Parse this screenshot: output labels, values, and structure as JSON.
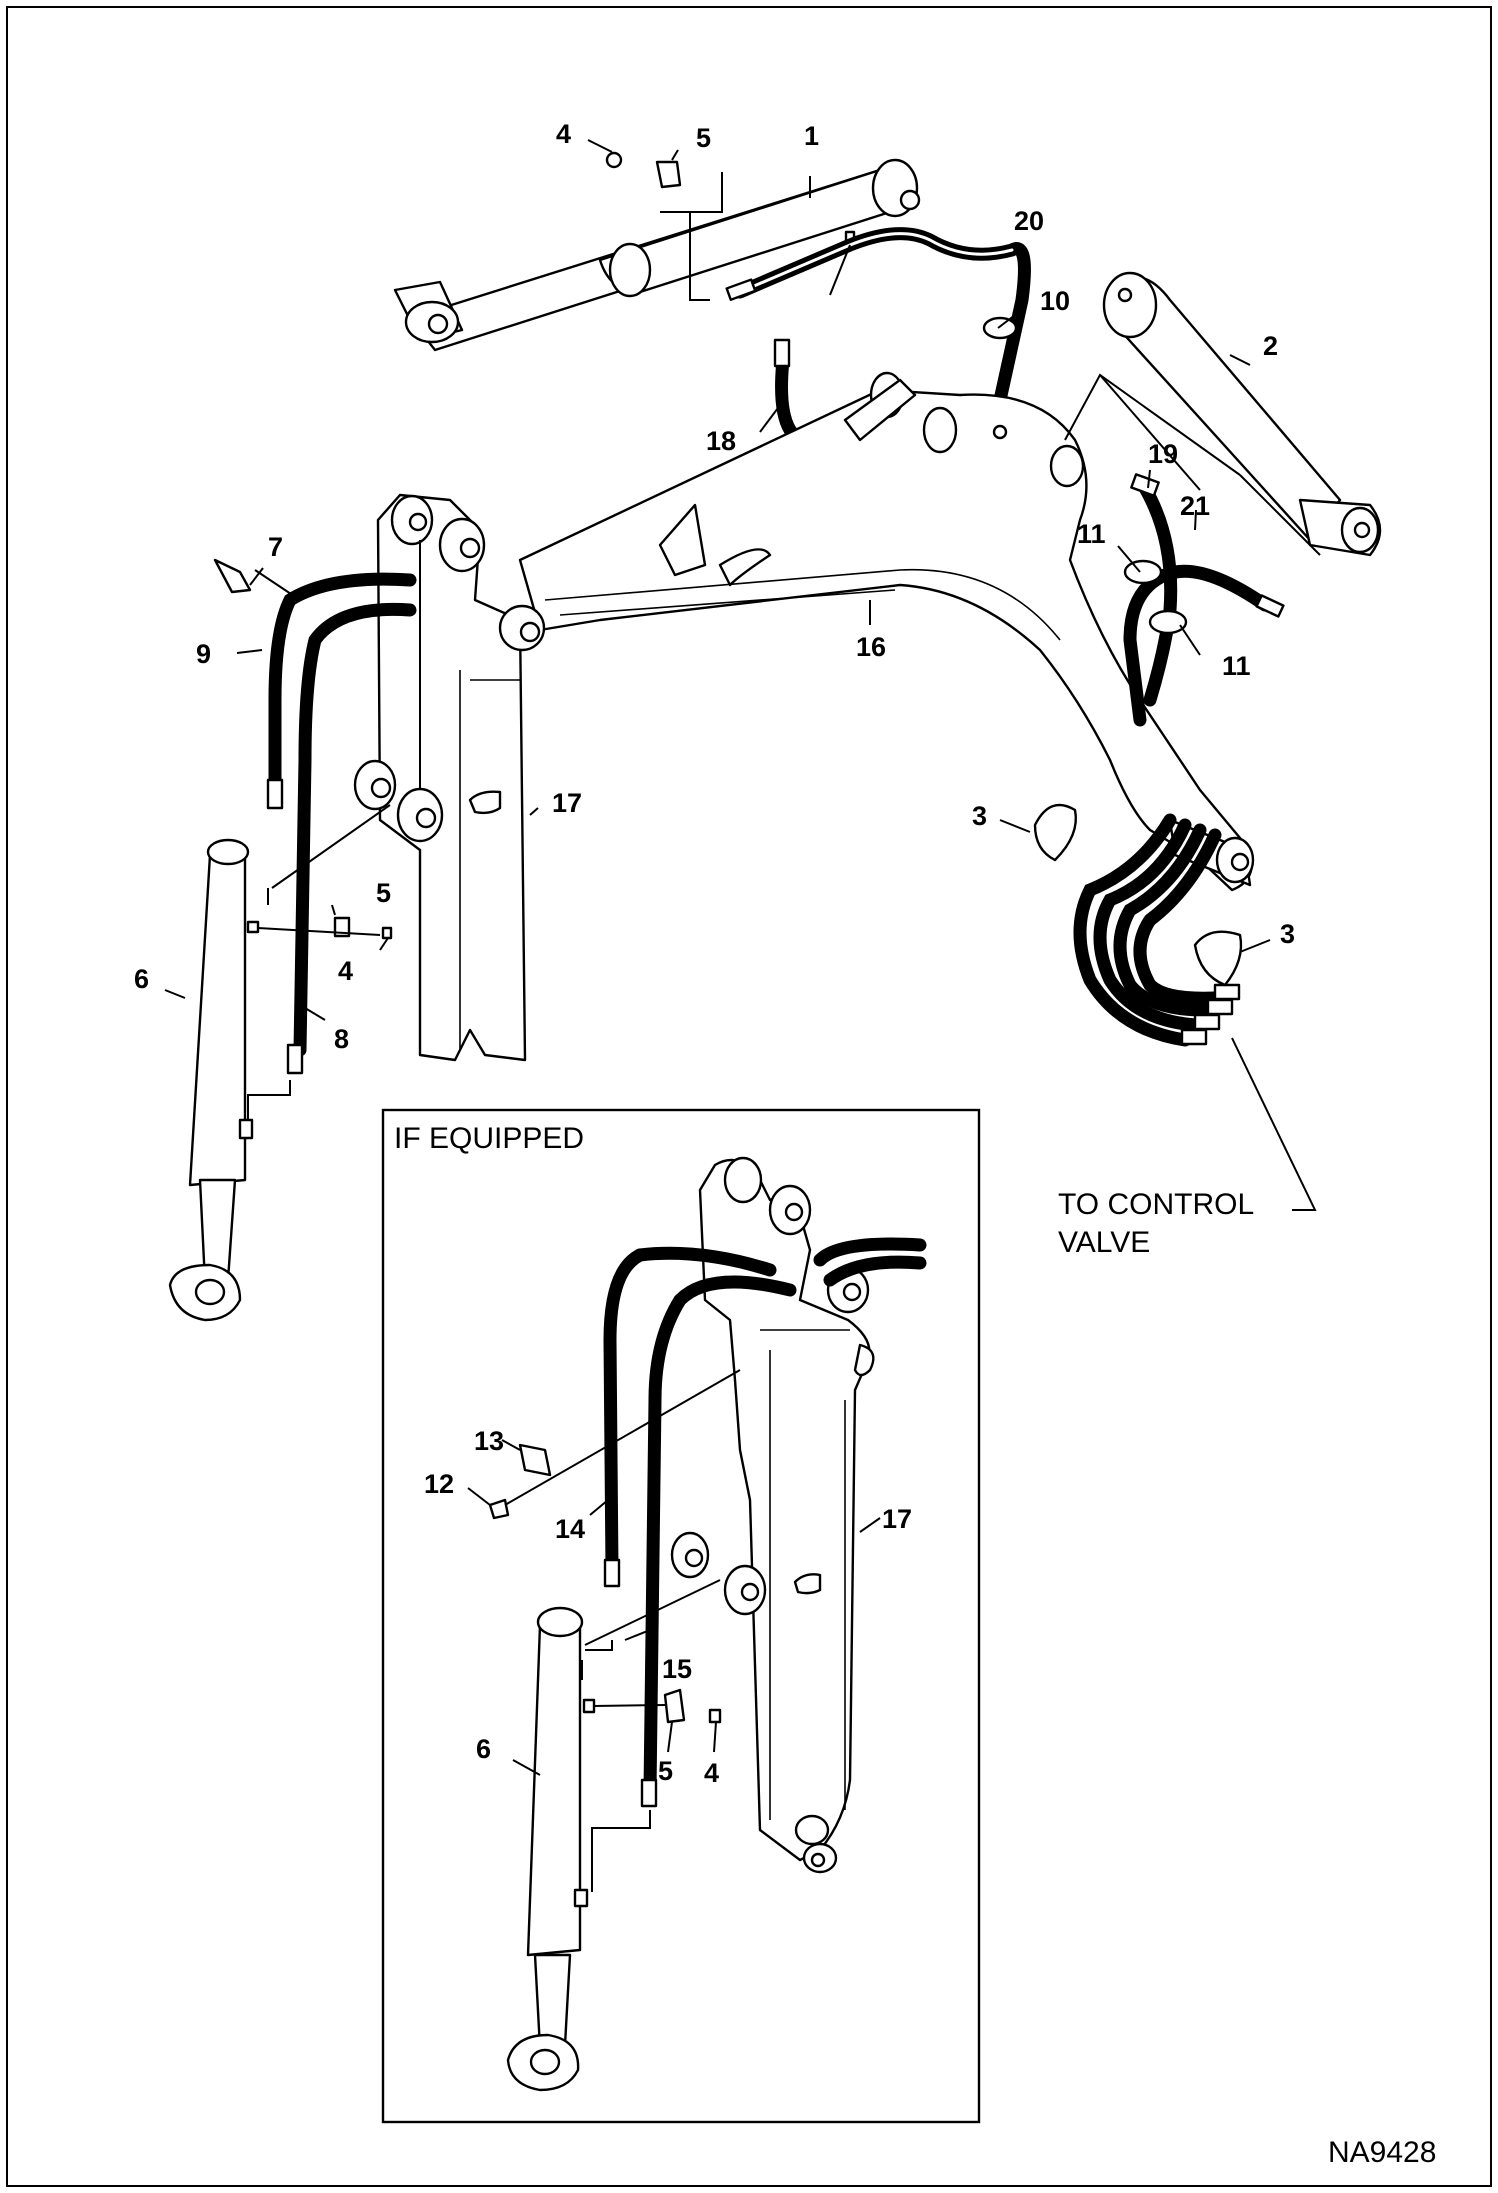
{
  "figure_id": "NA9428",
  "inset_title": "IF EQUIPPED",
  "destination_label_line1": "TO CONTROL",
  "destination_label_line2": "VALVE",
  "callouts": {
    "c1": "1",
    "c2": "2",
    "c3a": "3",
    "c3b": "3",
    "c4a": "4",
    "c4b": "4",
    "c4c": "4",
    "c5a": "5",
    "c5b": "5",
    "c5c": "5",
    "c6a": "6",
    "c6b": "6",
    "c7": "7",
    "c8": "8",
    "c9": "9",
    "c10": "10",
    "c11a": "11",
    "c11b": "11",
    "c12": "12",
    "c13": "13",
    "c14": "14",
    "c15": "15",
    "c16": "16",
    "c17a": "17",
    "c17b": "17",
    "c18": "18",
    "c19": "19",
    "c20": "20",
    "c21": "21"
  }
}
